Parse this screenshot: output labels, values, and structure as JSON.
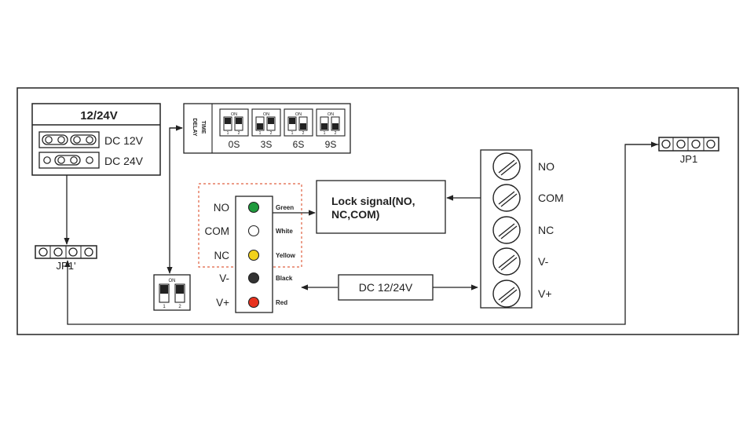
{
  "voltage_panel": {
    "title": "12/24V",
    "options": [
      {
        "label": "DC 12V"
      },
      {
        "label": "DC 24V"
      }
    ]
  },
  "time_delay": {
    "label_line1": "TIME",
    "label_line2": "DELAY",
    "on_label": "ON",
    "switch_numbers": [
      "1",
      "2"
    ],
    "settings": [
      "0S",
      "3S",
      "6S",
      "9S"
    ]
  },
  "dip_switch_small": {
    "on_label": "ON",
    "numbers": [
      "1",
      "2"
    ]
  },
  "jumpers": {
    "left": "JP1'",
    "right": "JP1"
  },
  "wire_connector": {
    "pins": [
      {
        "signal": "NO",
        "color_name": "Green",
        "color": "#1e9a3c"
      },
      {
        "signal": "COM",
        "color_name": "White",
        "color": "#ffffff"
      },
      {
        "signal": "NC",
        "color_name": "Yellow",
        "color": "#f2d21b"
      },
      {
        "signal": "V-",
        "color_name": "Black",
        "color": "#333333"
      },
      {
        "signal": "V+",
        "color_name": "Red",
        "color": "#e8321e"
      }
    ]
  },
  "lock_signal": {
    "line1": "Lock signal(NO,",
    "line2": "NC,COM)"
  },
  "power_label": "DC 12/24V",
  "terminal_block": {
    "terminals": [
      "NO",
      "COM",
      "NC",
      "V-",
      "V+"
    ]
  },
  "colors": {
    "line": "#222222",
    "dashed_box": "#e06040"
  }
}
